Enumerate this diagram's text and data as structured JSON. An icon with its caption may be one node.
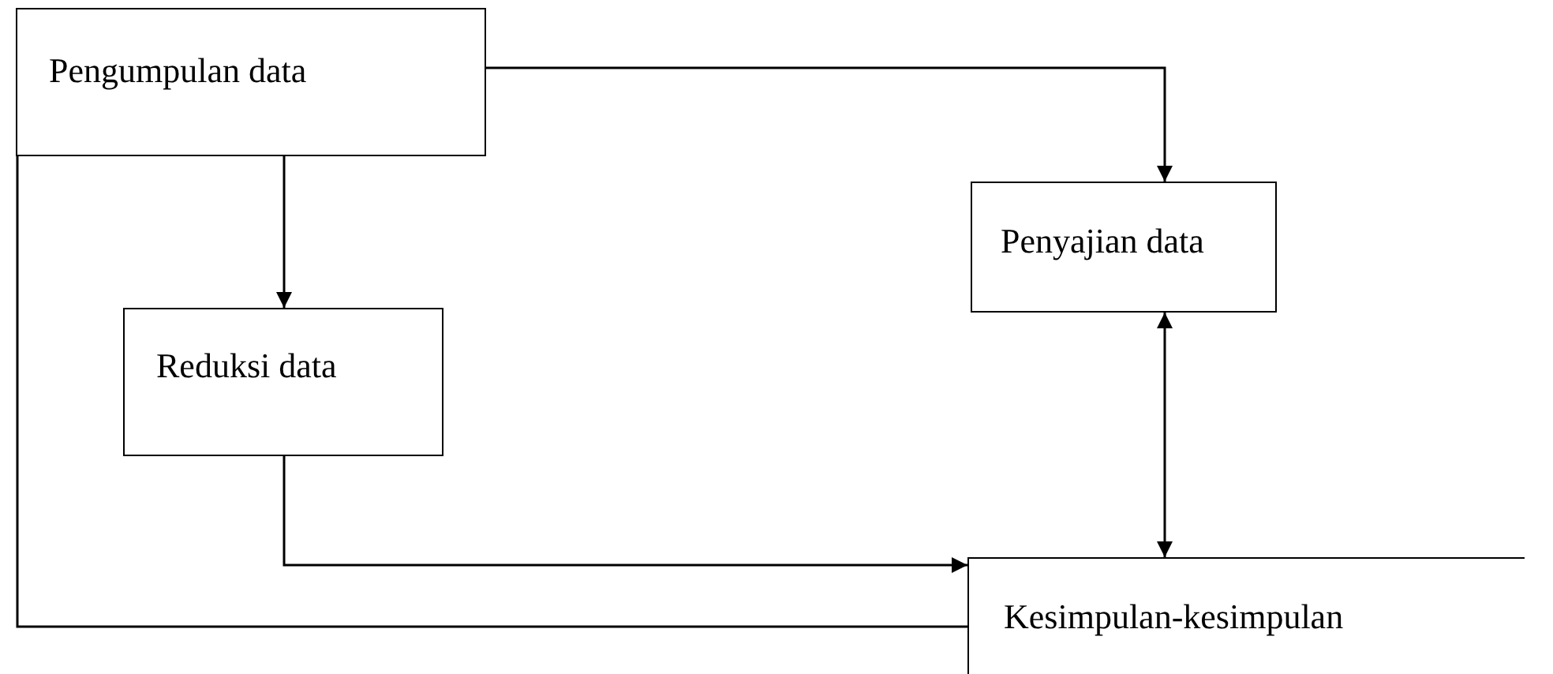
{
  "diagram": {
    "nodes": [
      {
        "text": [
          "Pengumpulan data"
        ]
      },
      {
        "text": [
          "Penyajian data"
        ]
      },
      {
        "text": [
          "Reduksi data"
        ]
      },
      {
        "text": [
          "Kesimpulan-kesimpulan"
        ]
      }
    ],
    "edges": [
      {
        "from": 0,
        "to": 1,
        "arrow": "to"
      },
      {
        "from": 0,
        "to": 2,
        "arrow": "to"
      },
      {
        "from": 2,
        "to": 3,
        "arrow": "to"
      },
      {
        "from": 1,
        "to": 3,
        "arrow": "both"
      },
      {
        "from": 0,
        "to": 3,
        "arrow": "none"
      }
    ]
  }
}
